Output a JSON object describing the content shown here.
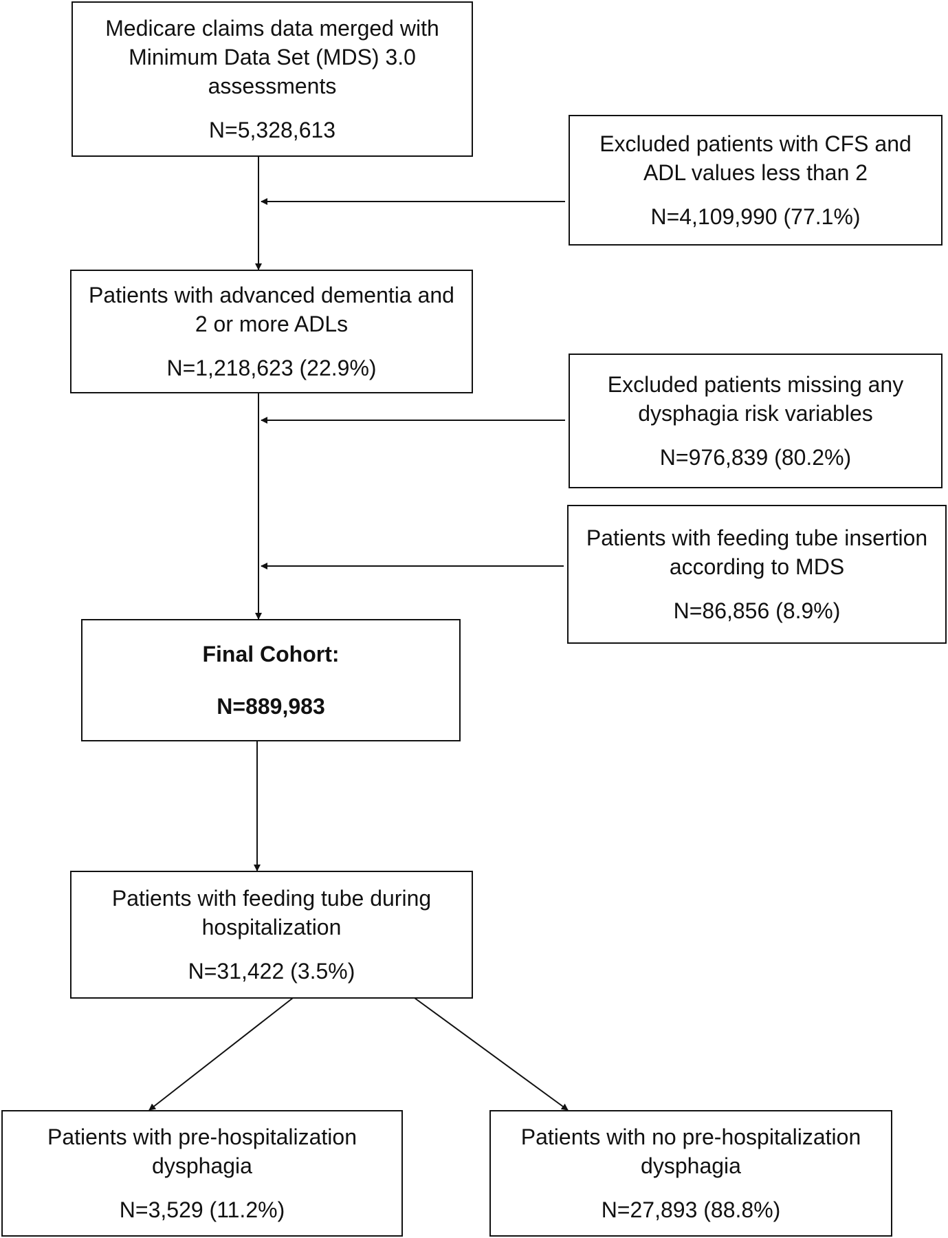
{
  "flowchart": {
    "boxes": {
      "source": {
        "label": "Medicare claims data merged with Minimum Data Set (MDS) 3.0 assessments",
        "count": "N=5,328,613"
      },
      "exclusion_cfs_adl": {
        "label": "Excluded patients with CFS and ADL values less than 2",
        "count": "N=4,109,990 (77.1%)"
      },
      "advanced_dementia": {
        "label": "Patients with advanced dementia and 2 or more ADLs",
        "count": "N=1,218,623 (22.9%)"
      },
      "exclusion_dysphagia_missing": {
        "label": "Excluded patients missing any dysphagia risk variables",
        "count": "N=976,839 (80.2%)"
      },
      "exclusion_feeding_tube_mds": {
        "label": "Patients with feeding tube insertion according to MDS",
        "count": "N=86,856 (8.9%)"
      },
      "final_cohort": {
        "label": "Final Cohort:",
        "count": "N=889,983"
      },
      "feeding_tube_hospitalization": {
        "label": "Patients with feeding tube during hospitalization",
        "count": "N=31,422 (3.5%)"
      },
      "pre_hosp_dysphagia": {
        "label": "Patients with pre-hospitalization dysphagia",
        "count": "N=3,529 (11.2%)"
      },
      "no_pre_hosp_dysphagia": {
        "label": "Patients with no pre-hospitalization dysphagia",
        "count": "N=27,893 (88.8%)"
      }
    }
  }
}
